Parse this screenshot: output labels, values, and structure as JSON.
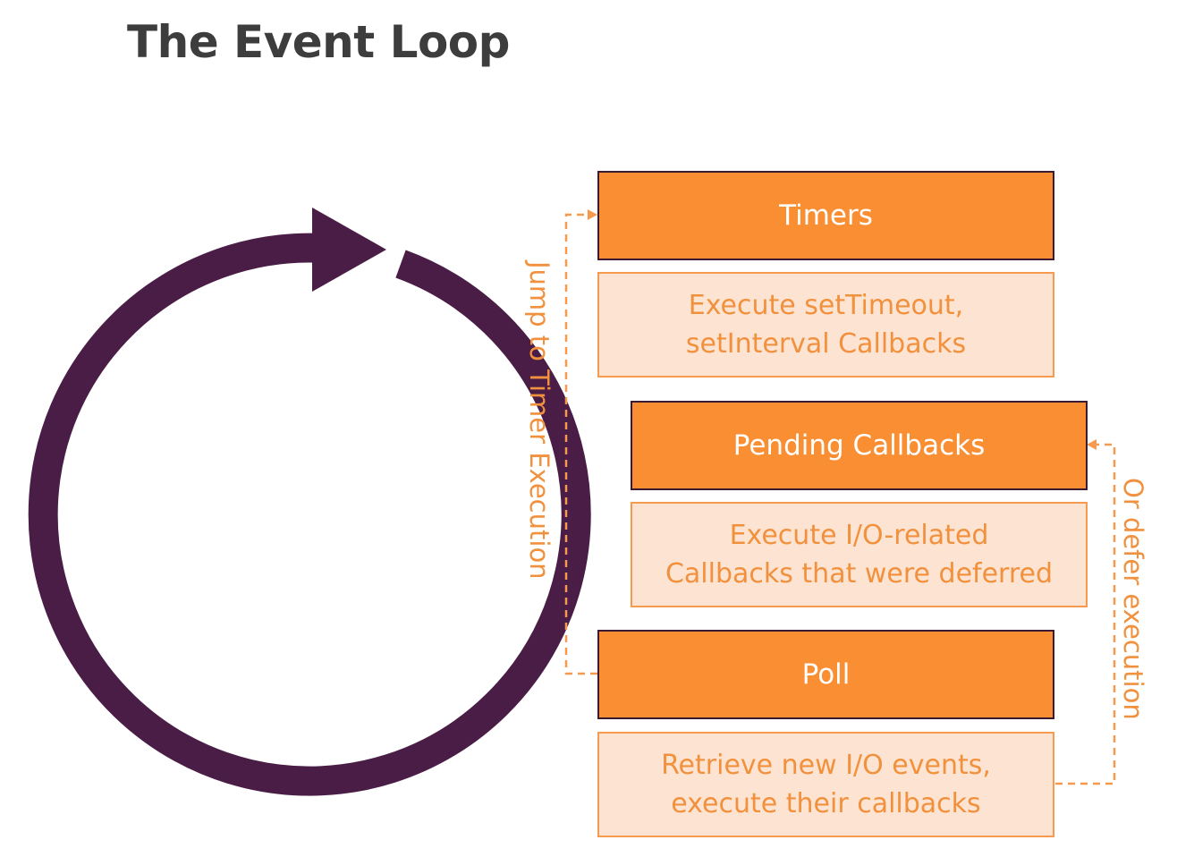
{
  "title": "The Event Loop",
  "colors": {
    "loop": "#4a1d47",
    "phase_fill": "#fa8e33",
    "phase_border": "#3b1a33",
    "desc_fill": "#fde3d1",
    "desc_border": "#f59a4f",
    "desc_text": "#f2913d",
    "connector": "#f59a4f"
  },
  "phases": [
    {
      "name": "Timers",
      "description": [
        "Execute setTimeout,",
        "setInterval Callbacks"
      ]
    },
    {
      "name": "Pending Callbacks",
      "description": [
        "Execute I/O-related",
        "Callbacks that were deferred"
      ]
    },
    {
      "name": "Poll",
      "description": [
        "Retrieve new I/O events,",
        "execute their callbacks"
      ]
    }
  ],
  "connectors": {
    "left_label": "Jump to Timer Execution",
    "right_label": "Or defer execution"
  }
}
